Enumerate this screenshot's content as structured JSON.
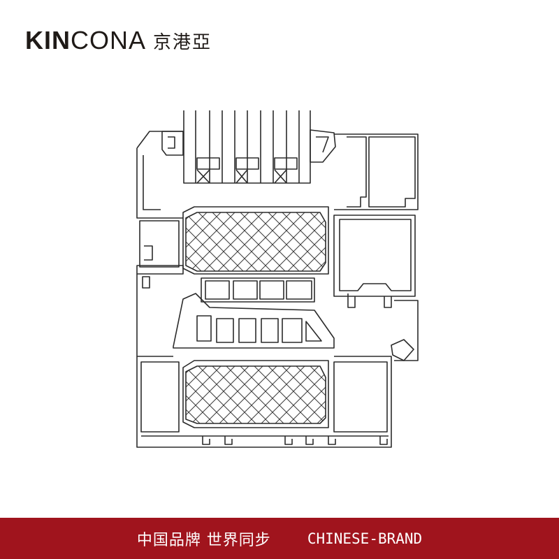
{
  "logo": {
    "kin": "KIN",
    "cona": "CONA",
    "chinese": "京港亞",
    "color": "#1f1a17"
  },
  "footer": {
    "slogan": "中国品牌 世界同步",
    "brand": "CHINESE-BRAND",
    "background": "#a0141d",
    "text_color": "#ffffff"
  },
  "diagram": {
    "line_color": "#2b2b2b",
    "insulation_color": "#3a3a3a",
    "icon": "window-profile-cross-section-icon"
  }
}
